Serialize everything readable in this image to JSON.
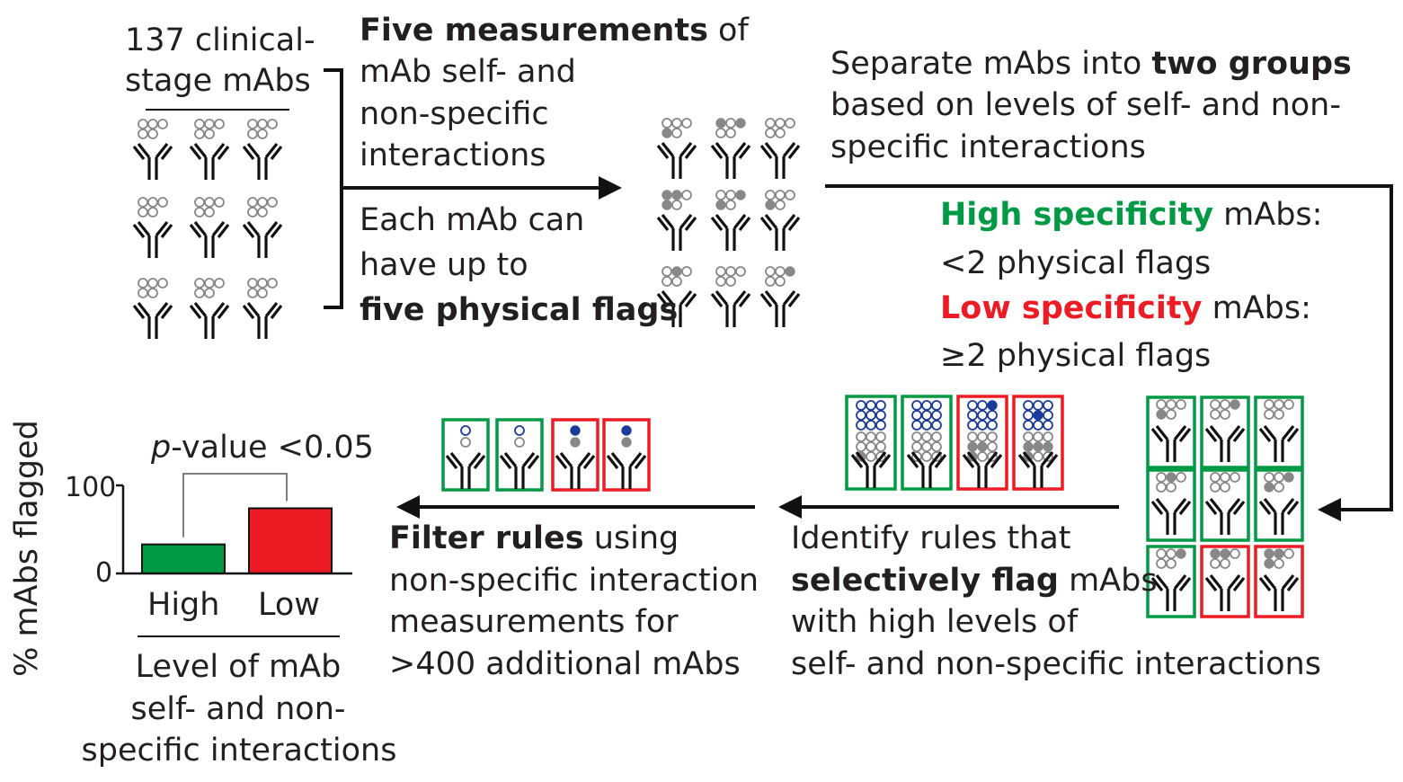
{
  "colors": {
    "text": "#231f20",
    "high": "#009a44",
    "low": "#ed1c24",
    "flag_gray": "#888888",
    "probe_blue": "#1b3a9b",
    "circle_stroke": "#888888",
    "line": "#111111"
  },
  "icons": {
    "antibody": "antibody-y-icon",
    "interaction_circle": "circle-icon",
    "flow_arrow": "arrow-icon"
  },
  "start": {
    "line1": "137 clinical-",
    "line2": "stage mAbs"
  },
  "measure": {
    "l1_bold": "Five measurements",
    "l1_rest": " of",
    "l2": "mAb self- and",
    "l3": "non-specific",
    "l4": "interactions"
  },
  "flags": {
    "l1": "Each mAb can",
    "l2": "have up to",
    "l3_bold": "five physical flags"
  },
  "separate": {
    "l1_pre": "Separate mAbs into ",
    "l1_bold": "two groups",
    "l2": "based on levels of self- and non-",
    "l3": "specific interactions"
  },
  "groups": {
    "high_label": "High specificity",
    "high_suffix": " mAbs:",
    "high_rule": "<2 physical flags",
    "low_label": "Low specificity",
    "low_suffix": " mAbs:",
    "low_rule": "≥2 physical flags"
  },
  "identify": {
    "l1": "Identify rules that",
    "l2_bold": "selectively flag",
    "l2_rest": " mAbs",
    "l3": "with high levels of",
    "l4": "self- and non-specific interactions"
  },
  "filter": {
    "l1_bold": "Filter rules",
    "l1_rest": " using",
    "l2": "non-specific interaction",
    "l3": "measurements for",
    "l4": ">400 additional mAbs"
  },
  "chart_data": {
    "type": "bar",
    "categories": [
      "High",
      "Low"
    ],
    "values": [
      33,
      74
    ],
    "colors": [
      "#009a44",
      "#ed1c24"
    ],
    "ylabel": "% mAbs flagged",
    "xlabel_lines": [
      "Level of mAb",
      "self- and non-",
      "specific interactions"
    ],
    "yticks": [
      "0",
      "100"
    ],
    "ylim": [
      0,
      100
    ],
    "annotation_italic": "p",
    "annotation_rest": "-value <0.05"
  }
}
